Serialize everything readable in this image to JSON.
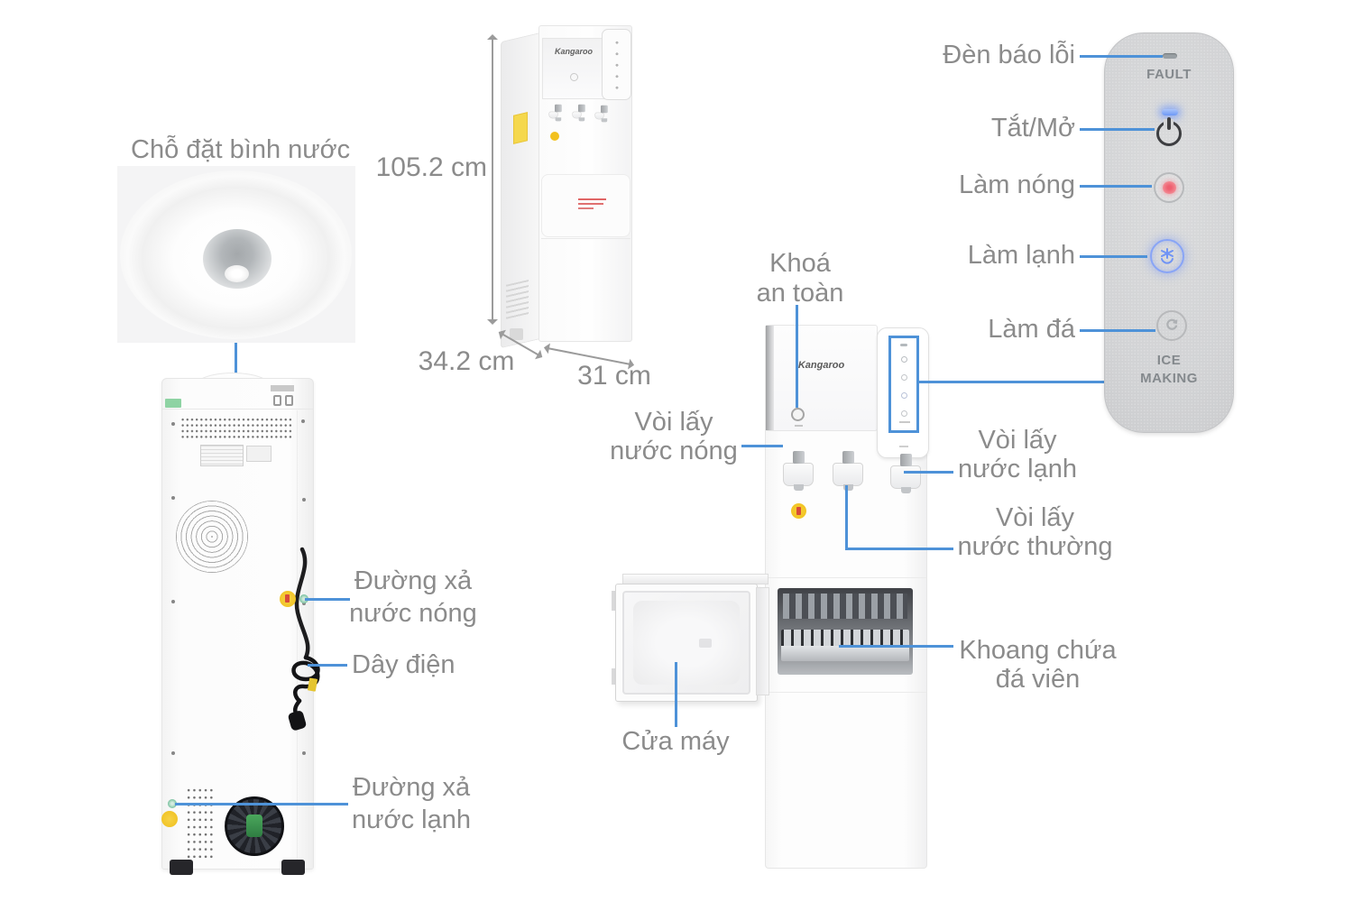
{
  "colors": {
    "leader_blue": "#4e92d8",
    "label_gray": "#8b8b8b",
    "dimension_gray": "#9b9b9b",
    "panel_gray": "#d2d3d5",
    "warning_yellow": "#f2c11e",
    "led_blue": "#77a0f7",
    "heat_pink": "#f2717f",
    "cold_blue": "#6f93f5"
  },
  "bottle_seat": {
    "title": "Chỗ đặt bình nước"
  },
  "dimensions": {
    "height": "105.2 cm",
    "depth": "34.2 cm",
    "width": "31 cm"
  },
  "iso_view": {
    "brand": "Kangaroo"
  },
  "back_view": {
    "hot_drain": {
      "line1": "Đường xả",
      "line2": "nước nóng"
    },
    "power_cord": {
      "line1": "Dây điện"
    },
    "cold_drain": {
      "line1": "Đường xả",
      "line2": "nước lạnh"
    }
  },
  "front_view": {
    "brand": "Kangaroo",
    "safety_lock": {
      "line1": "Khoá",
      "line2": "an toàn"
    },
    "hot_faucet": {
      "line1": "Vòi lấy",
      "line2": "nước nóng"
    },
    "cold_faucet": {
      "line1": "Vòi lấy",
      "line2": "nước lạnh"
    },
    "normal_faucet": {
      "line1": "Vòi lấy",
      "line2": "nước thường"
    },
    "ice_compartment": {
      "line1": "Khoang chứa",
      "line2": "đá viên"
    },
    "door": {
      "line1": "Cửa máy"
    }
  },
  "control_panel": {
    "fault_text": "FAULT",
    "ice_text_line1": "ICE",
    "ice_text_line2": "MAKING",
    "callout_fault": "Đèn báo lỗi",
    "callout_power": "Tắt/Mở",
    "callout_heat": "Làm nóng",
    "callout_cold": "Làm lạnh",
    "callout_ice": "Làm đá"
  }
}
